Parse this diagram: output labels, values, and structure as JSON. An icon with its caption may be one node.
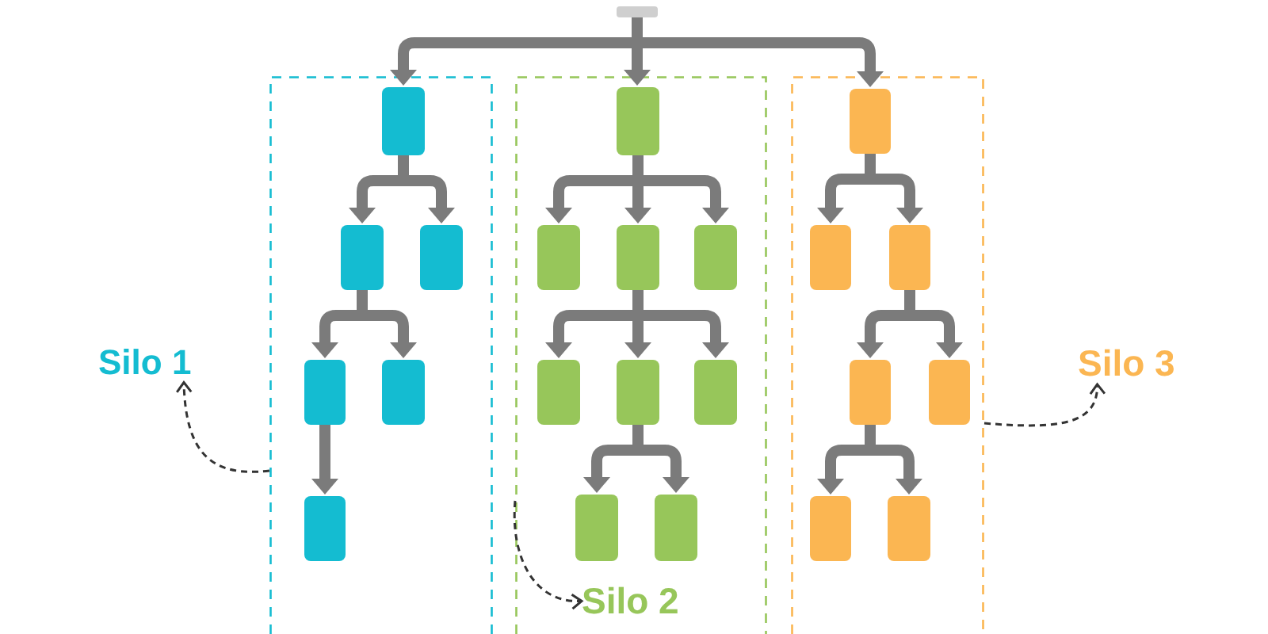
{
  "diagram": {
    "nodes": [
      {
        "text": [],
        "shape": "bar"
      },
      {
        "text": [],
        "shape": "box"
      },
      {
        "text": [],
        "shape": "box",
        "in": 1
      },
      {
        "text": [],
        "shape": "box",
        "in": 1
      },
      {
        "text": [],
        "shape": "box",
        "in": 1
      },
      {
        "text": [],
        "shape": "box",
        "in": 1
      },
      {
        "text": [],
        "shape": "box",
        "in": 1
      },
      {
        "text": [],
        "shape": "box",
        "in": 1
      },
      {
        "text": [],
        "shape": "box"
      },
      {
        "text": [],
        "shape": "box",
        "in": 8
      },
      {
        "text": [],
        "shape": "box",
        "in": 8
      },
      {
        "text": [],
        "shape": "box",
        "in": 8
      },
      {
        "text": [],
        "shape": "box",
        "in": 8
      },
      {
        "text": [],
        "shape": "box",
        "in": 8
      },
      {
        "text": [],
        "shape": "box",
        "in": 8
      },
      {
        "text": [],
        "shape": "box",
        "in": 8
      },
      {
        "text": [],
        "shape": "box",
        "in": 8
      },
      {
        "text": [],
        "shape": "box",
        "in": 8
      },
      {
        "text": [],
        "shape": "box"
      },
      {
        "text": [],
        "shape": "box",
        "in": 18
      },
      {
        "text": [],
        "shape": "box",
        "in": 18
      },
      {
        "text": [],
        "shape": "box",
        "in": 18
      },
      {
        "text": [],
        "shape": "box",
        "in": 18
      },
      {
        "text": [],
        "shape": "box",
        "in": 18
      },
      {
        "text": [],
        "shape": "box",
        "in": 18
      },
      {
        "text": [],
        "shape": "box",
        "in": 18
      },
      {
        "text": [
          "Silo 1"
        ]
      },
      {
        "text": [
          "Silo 2"
        ],
        "in": 8
      },
      {
        "text": [
          "Silo 3"
        ]
      }
    ],
    "edges": [
      {
        "from": 0,
        "to": 2,
        "arrow": "to"
      },
      {
        "from": 0,
        "to": 9,
        "arrow": "to"
      },
      {
        "from": 0,
        "to": 19,
        "arrow": "to"
      },
      {
        "from": 2,
        "to": 3,
        "arrow": "to"
      },
      {
        "from": 2,
        "to": 4,
        "arrow": "to"
      },
      {
        "from": 3,
        "to": 5,
        "arrow": "to"
      },
      {
        "from": 3,
        "to": 6,
        "arrow": "to"
      },
      {
        "from": 5,
        "to": 7,
        "arrow": "to"
      },
      {
        "from": 9,
        "to": 10,
        "arrow": "to"
      },
      {
        "from": 9,
        "to": 11,
        "arrow": "to"
      },
      {
        "from": 9,
        "to": 12,
        "arrow": "to"
      },
      {
        "from": 11,
        "to": 13,
        "arrow": "to"
      },
      {
        "from": 11,
        "to": 14,
        "arrow": "to"
      },
      {
        "from": 11,
        "to": 15,
        "arrow": "to"
      },
      {
        "from": 14,
        "to": 16,
        "arrow": "to"
      },
      {
        "from": 14,
        "to": 17,
        "arrow": "to"
      },
      {
        "from": 19,
        "to": 20,
        "arrow": "to"
      },
      {
        "from": 19,
        "to": 21,
        "arrow": "to"
      },
      {
        "from": 21,
        "to": 22,
        "arrow": "to"
      },
      {
        "from": 21,
        "to": 23,
        "arrow": "to"
      },
      {
        "from": 22,
        "to": 24,
        "arrow": "to"
      },
      {
        "from": 22,
        "to": 25,
        "arrow": "to"
      },
      {
        "from": 1,
        "to": 26,
        "arrow": "to",
        "style": "dashed",
        "color": "#333333"
      },
      {
        "from": 8,
        "to": 27,
        "arrow": "to",
        "style": "dashed",
        "color": "#333333"
      },
      {
        "from": 18,
        "to": 28,
        "arrow": "to",
        "style": "dashed",
        "color": "#333333"
      }
    ]
  }
}
